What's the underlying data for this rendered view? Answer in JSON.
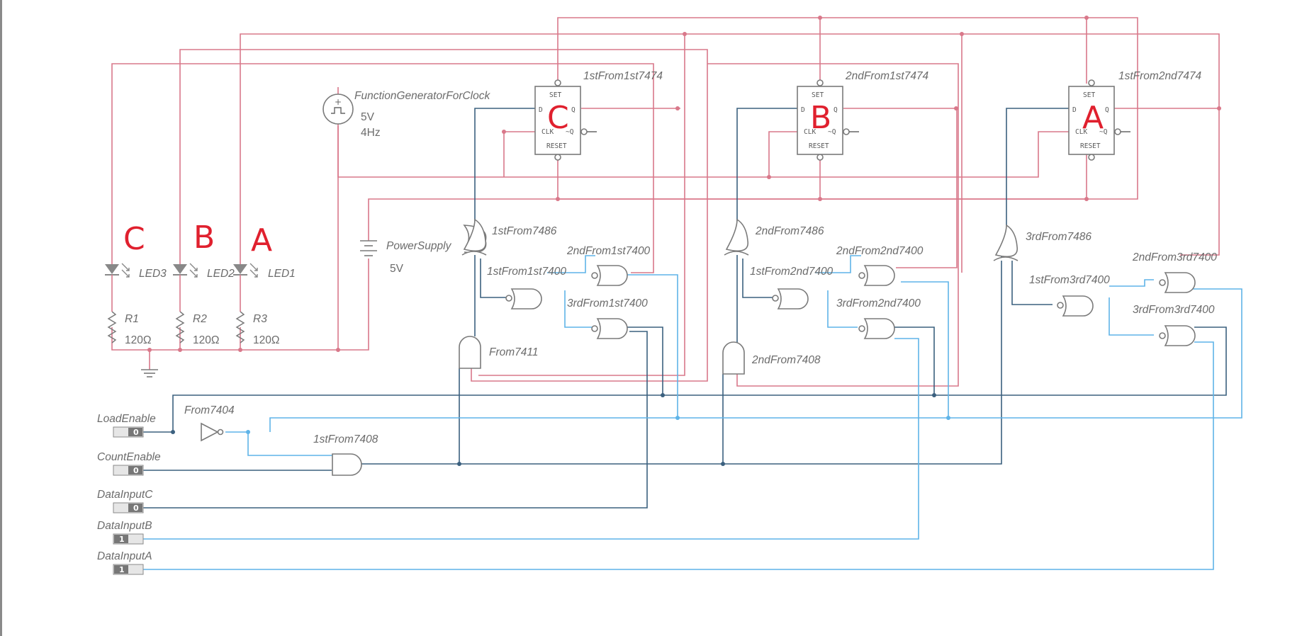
{
  "labels": {
    "ff1": "1stFrom1st7474",
    "ff2": "2ndFrom1st7474",
    "ff3": "1stFrom2nd7474",
    "xor1": "1stFrom7486",
    "xor2": "2ndFrom7486",
    "xor3": "3rdFrom7486",
    "g1_1": "1stFrom1st7400",
    "g1_2": "2ndFrom1st7400",
    "g1_3": "3rdFrom1st7400",
    "g2_1": "1stFrom2nd7400",
    "g2_2": "2ndFrom2nd7400",
    "g2_3": "3rdFrom2nd7400",
    "g3_1": "1stFrom3rd7400",
    "g3_2": "2ndFrom3rd7400",
    "g3_3": "3rdFrom3rd7400",
    "and3": "From7411",
    "and_b": "2ndFrom7408",
    "and_en": "1stFrom7408",
    "inv": "From7404",
    "fgen": "FunctionGeneratorForClock",
    "fgen_v": "5V",
    "fgen_f": "4Hz",
    "psu": "PowerSupply",
    "psu_v": "5V",
    "led3": "LED3",
    "led2": "LED2",
    "led1": "LED1",
    "r1": "R1",
    "r2": "R2",
    "r3": "R3",
    "r_val": "120Ω"
  },
  "pins": {
    "set": "SET",
    "reset": "RESET",
    "d": "D",
    "q": "Q",
    "clk": "CLK",
    "nq": "~Q"
  },
  "handwritten": {
    "ff1": "C",
    "ff2": "B",
    "ff3": "A",
    "led3": "C",
    "led2": "B",
    "led1": "A"
  },
  "switches": [
    {
      "label": "LoadEnable",
      "value": "0"
    },
    {
      "label": "CountEnable",
      "value": "0"
    },
    {
      "label": "DataInputC",
      "value": "0"
    },
    {
      "label": "DataInputB",
      "value": "1"
    },
    {
      "label": "DataInputA",
      "value": "1"
    }
  ],
  "colors": {
    "power_wire": "#d9788a",
    "control_wire": "#3b607f",
    "data_wire": "#5fb4e8",
    "annotation": "#e0202e"
  }
}
